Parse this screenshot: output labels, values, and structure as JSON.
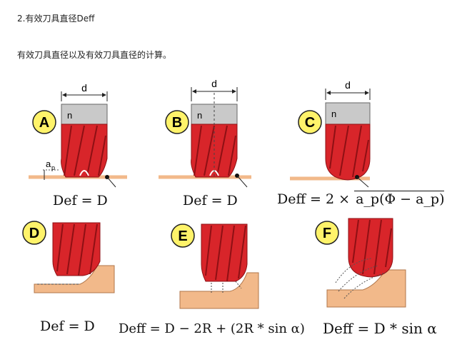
{
  "page": {
    "heading": "2.有效刀具直径Deff",
    "description": "有效刀具直径以及有效刀具直径的计算。"
  },
  "figure": {
    "dimension_label": "d",
    "shank_mark": "n",
    "ap_label": "a",
    "ap_sub": "p",
    "panels": [
      {
        "letter": "A",
        "formula_lhs": "Def",
        "formula_rhs": "= D"
      },
      {
        "letter": "B",
        "formula_lhs": "Def",
        "formula_rhs": "= D"
      },
      {
        "letter": "C",
        "formula_lhs": "Deff",
        "formula_rhs": "= 2 ×"
      },
      {
        "letter": "D",
        "formula_lhs": "Def",
        "formula_rhs": "= D"
      },
      {
        "letter": "E",
        "formula_lhs": "Deff",
        "formula_rhs": "= D − 2R + (2R * sin α)"
      },
      {
        "letter": "F",
        "formula_lhs": "Deff",
        "formula_rhs": "= D * sin α"
      }
    ],
    "sqrt_term": "a_p(Φ − a_p)",
    "colors": {
      "tool": "#d8252a",
      "tool_dark": "#8e1014",
      "shank": "#c9c9c9",
      "work": "#f2b98a",
      "badge": "#fff36a"
    }
  }
}
